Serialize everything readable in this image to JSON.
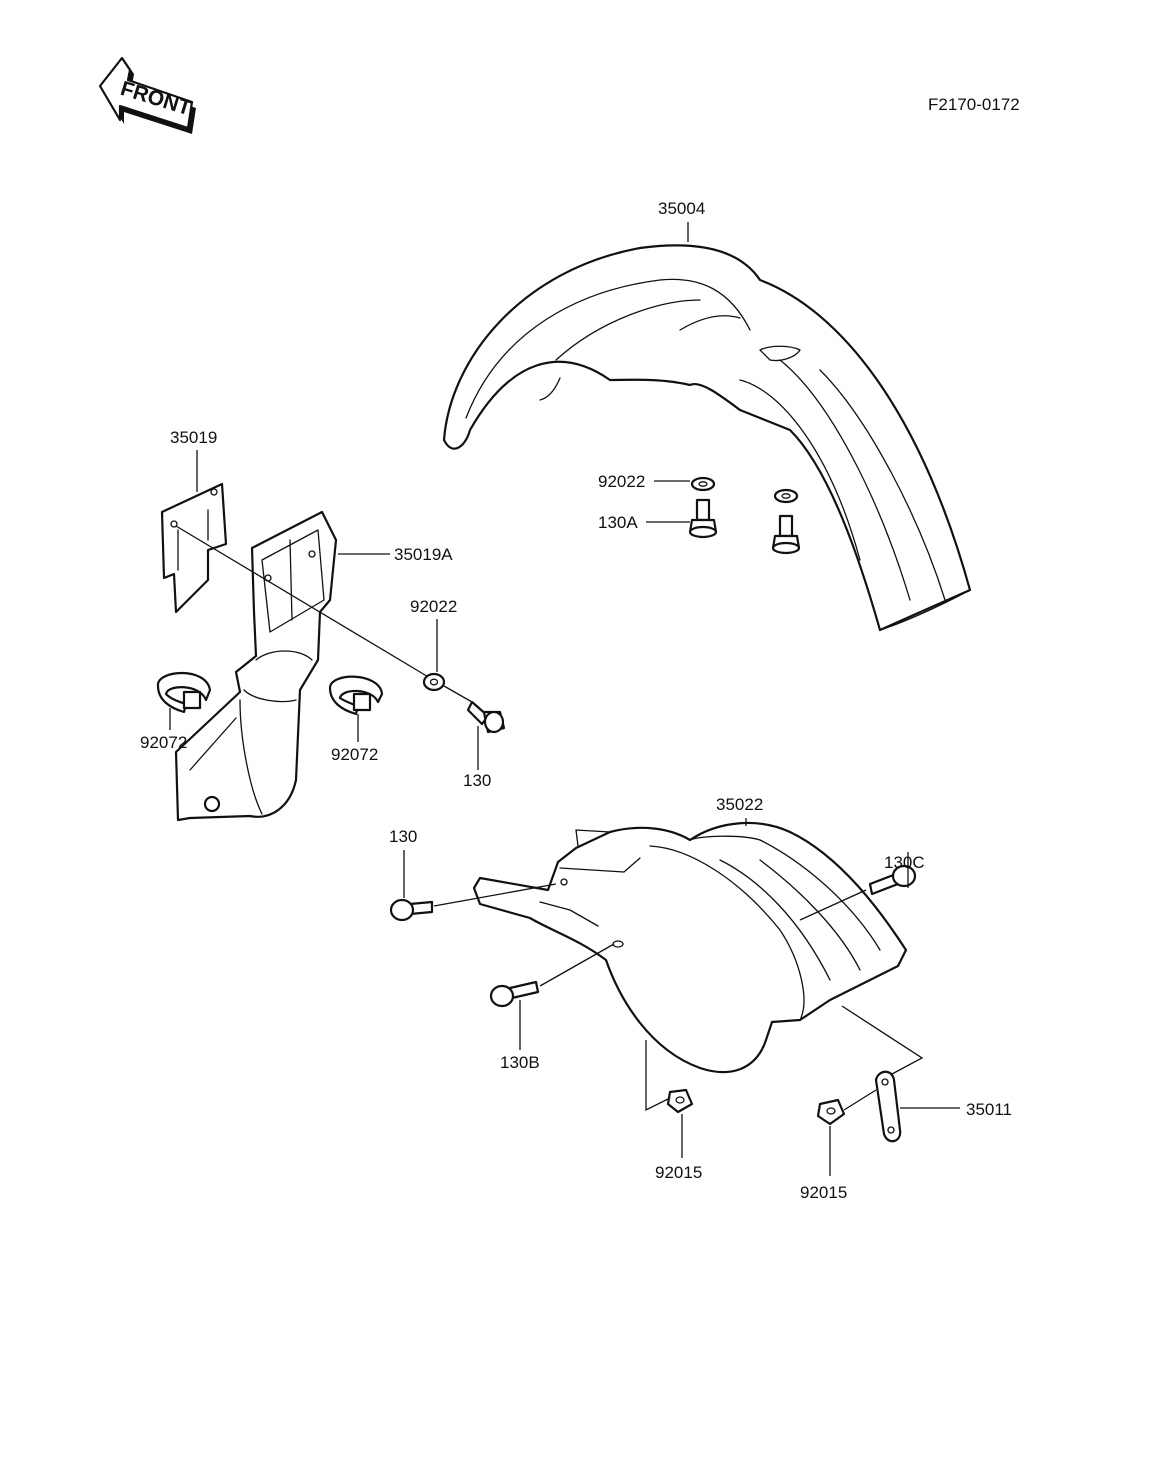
{
  "header": {
    "front_label": "FRONT",
    "drawing_number": "F2170-0172"
  },
  "callouts": {
    "front_fender": "35004",
    "plate": "35019",
    "front_fork_guard": "35019A",
    "washer_left": "92022",
    "washer_right": "92022",
    "bolt_left": "130",
    "bolt_rear": "130",
    "bolt_130A": "130A",
    "bolt_130B": "130B",
    "bolt_130C": "130C",
    "clamp_left": "92072",
    "clamp_right": "92072",
    "rear_fender": "35022",
    "nut_left": "92015",
    "nut_right": "92015",
    "bracket": "35011"
  }
}
